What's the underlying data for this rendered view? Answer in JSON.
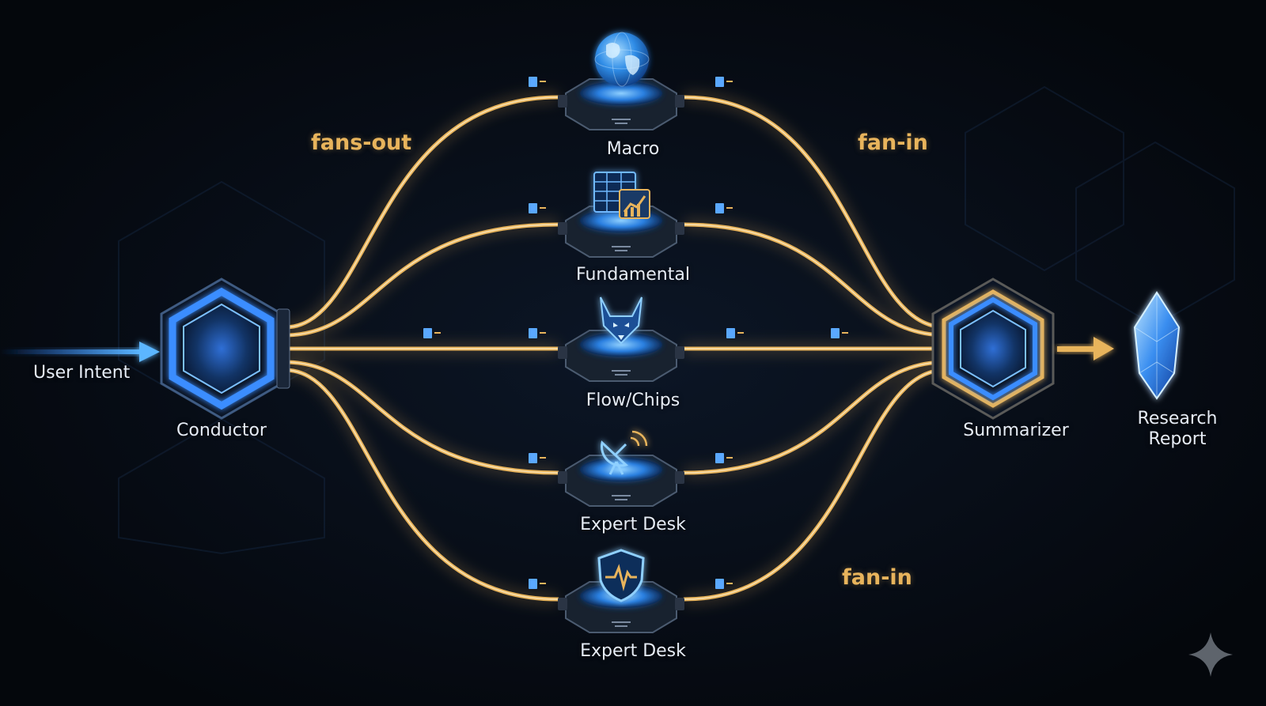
{
  "nodes": {
    "user_intent": "User Intent",
    "conductor": "Conductor",
    "summarizer": "Summarizer",
    "research_report": [
      "Research",
      "Report"
    ]
  },
  "agents": [
    {
      "label": "Macro",
      "icon": "globe-icon"
    },
    {
      "label": "Fundamental",
      "icon": "chart-icon"
    },
    {
      "label": "Flow/Chips",
      "icon": "wolf-icon"
    },
    {
      "label": "Expert Desk",
      "icon": "satellite-dish-icon"
    },
    {
      "label": "Expert Desk",
      "icon": "shield-heartbeat-icon"
    }
  ],
  "flows": {
    "fan_out": "fans-out",
    "fan_in_top": "fan-in",
    "fan_in_bottom": "fan-in"
  },
  "colors": {
    "background": "#05090f",
    "pipe": "#e8b45c",
    "node_glow": "#2f7bff",
    "label": "#e6ecf5"
  }
}
